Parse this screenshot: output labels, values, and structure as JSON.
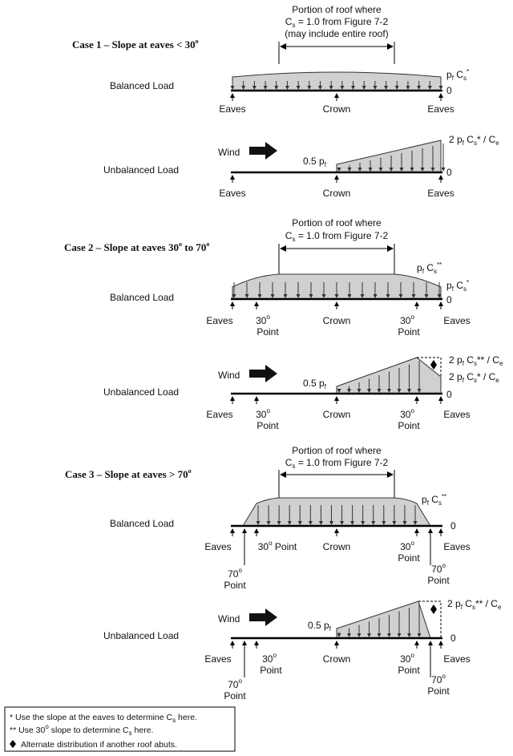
{
  "cases": [
    {
      "title": "Case 1 – Slope at eaves < 30",
      "title_deg": "o",
      "portion": [
        "Portion of roof where",
        "= 1.0 from Figure 7-2",
        "(may include entire roof)"
      ],
      "balanced_label": "Balanced Load",
      "unbalanced_label": "Unbalanced Load",
      "wind": "Wind",
      "half_pf": "0.5 p",
      "zero": "0",
      "bal_right_top": "p",
      "bal_right_top_ast": "*",
      "unbal_right_top": "2 p",
      "unbal_right_top_rest": "* / C",
      "points": {
        "eaves": "Eaves",
        "crown": "Crown"
      }
    },
    {
      "title": "Case 2 – Slope at eaves 30",
      "title_mid": "to 70",
      "title_deg": "o",
      "portion": [
        "Portion of roof where",
        "= 1.0 from Figure 7-2"
      ],
      "balanced_label": "Balanced Load",
      "unbalanced_label": "Unbalanced Load",
      "wind": "Wind",
      "half_pf": "0.5 p",
      "zero": "0",
      "bal_top": "p",
      "bal_top_ast": "**",
      "bal_mid": "p",
      "bal_mid_ast": "*",
      "unbal_top_rest": "** / C",
      "unbal_mid_rest": "* / C",
      "two_pf": "2 p",
      "points": {
        "eaves": "Eaves",
        "crown": "Crown",
        "thirty": "30",
        "point": "Point"
      }
    },
    {
      "title": "Case 3 – Slope at eaves > 70",
      "title_deg": "o",
      "portion": [
        "Portion of roof where",
        "= 1.0 from Figure 7-2"
      ],
      "balanced_label": "Balanced Load",
      "unbalanced_label": "Unbalanced Load",
      "wind": "Wind",
      "half_pf": "0.5 p",
      "zero": "0",
      "bal_top": "p",
      "bal_top_ast": "**",
      "unbal_top_rest": "** / C",
      "two_pf": "2 p",
      "points": {
        "eaves": "Eaves",
        "crown": "Crown",
        "thirty": "30",
        "seventy": "70",
        "point": "Point",
        "thirty_point": " Point"
      }
    }
  ],
  "symbols": {
    "Cs": "C",
    "s": "s",
    "f": "f",
    "e": "e",
    "deg": "o"
  },
  "footnotes": [
    "* Use the slope at the eaves to determine C",
    " here.",
    "** Use 30",
    " slope to determine C",
    "Alternate distribution if another roof abuts."
  ]
}
